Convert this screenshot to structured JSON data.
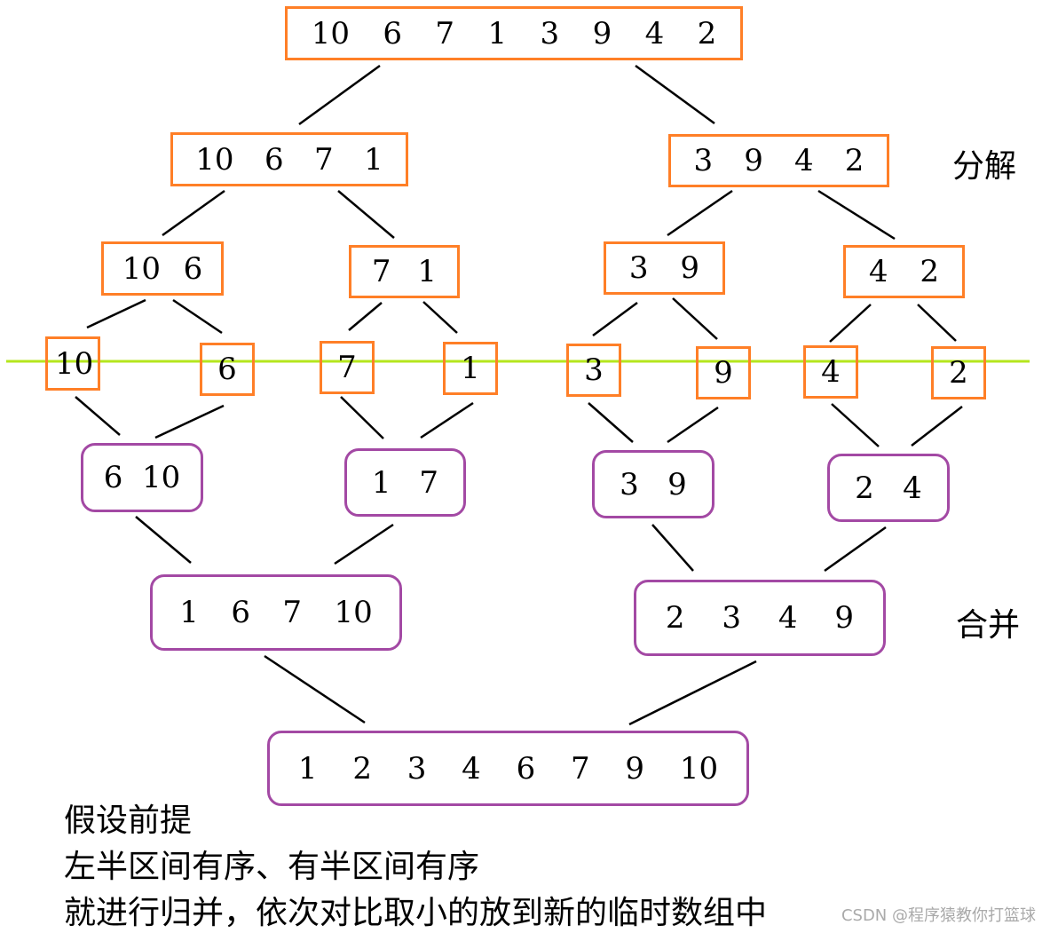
{
  "split": {
    "root": [
      "10",
      "6",
      "7",
      "1",
      "3",
      "9",
      "4",
      "2"
    ],
    "l1": [
      [
        "10",
        "6",
        "7",
        "1"
      ],
      [
        "3",
        "9",
        "4",
        "2"
      ]
    ],
    "l2": [
      [
        "10",
        "6"
      ],
      [
        "7",
        "1"
      ],
      [
        "3",
        "9"
      ],
      [
        "4",
        "2"
      ]
    ],
    "l3": [
      "10",
      "6",
      "7",
      "1",
      "3",
      "9",
      "4",
      "2"
    ]
  },
  "merge": {
    "m1": [
      [
        "6",
        "10"
      ],
      [
        "1",
        "7"
      ],
      [
        "3",
        "9"
      ],
      [
        "2",
        "4"
      ]
    ],
    "m2": [
      [
        "1",
        "6",
        "7",
        "10"
      ],
      [
        "2",
        "3",
        "4",
        "9"
      ]
    ],
    "m3": [
      "1",
      "2",
      "3",
      "4",
      "6",
      "7",
      "9",
      "10"
    ]
  },
  "labels": {
    "split": "分解",
    "merge": "合并"
  },
  "notes": [
    "假设前提",
    "左半区间有序、有半区间有序",
    "就进行归并，依次对比取小的放到新的临时数组中"
  ],
  "watermark": "CSDN @程序猿教你打篮球",
  "colors": {
    "split_box": "#ff7f27",
    "merge_box": "#a349a4",
    "divider": "#b5e61d"
  }
}
